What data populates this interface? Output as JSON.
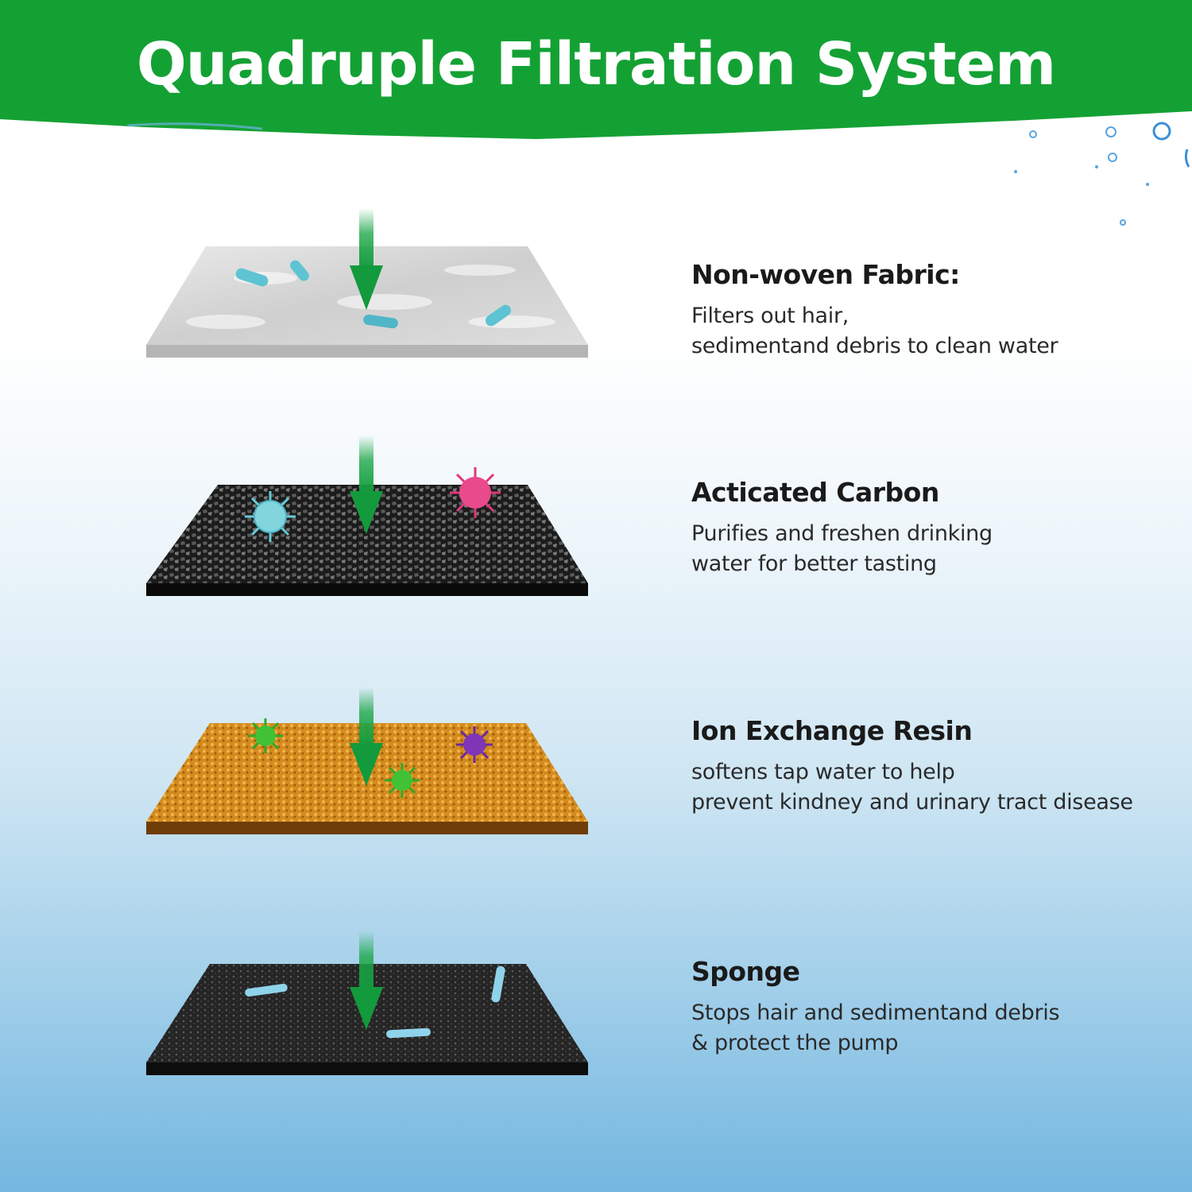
{
  "header": {
    "title": "Quadruple Filtration System"
  },
  "colors": {
    "banner": "#14a134",
    "arrow": "#1ea84a"
  },
  "layers": [
    {
      "name": "Non-woven Fabric:",
      "lines": [
        "Filters out hair,",
        "sedimentand debris to clean water"
      ],
      "material": "white-fabric"
    },
    {
      "name": "Acticated Carbon",
      "lines": [
        "Purifies and freshen drinking",
        "water for better tasting"
      ],
      "material": "black-carbon"
    },
    {
      "name": "Ion Exchange Resin",
      "lines": [
        "softens tap water to help",
        "prevent kindney and urinary tract disease"
      ],
      "material": "orange-resin"
    },
    {
      "name": "Sponge",
      "lines": [
        "Stops hair and sedimentand debris",
        "& protect the pump"
      ],
      "material": "black-sponge"
    }
  ]
}
